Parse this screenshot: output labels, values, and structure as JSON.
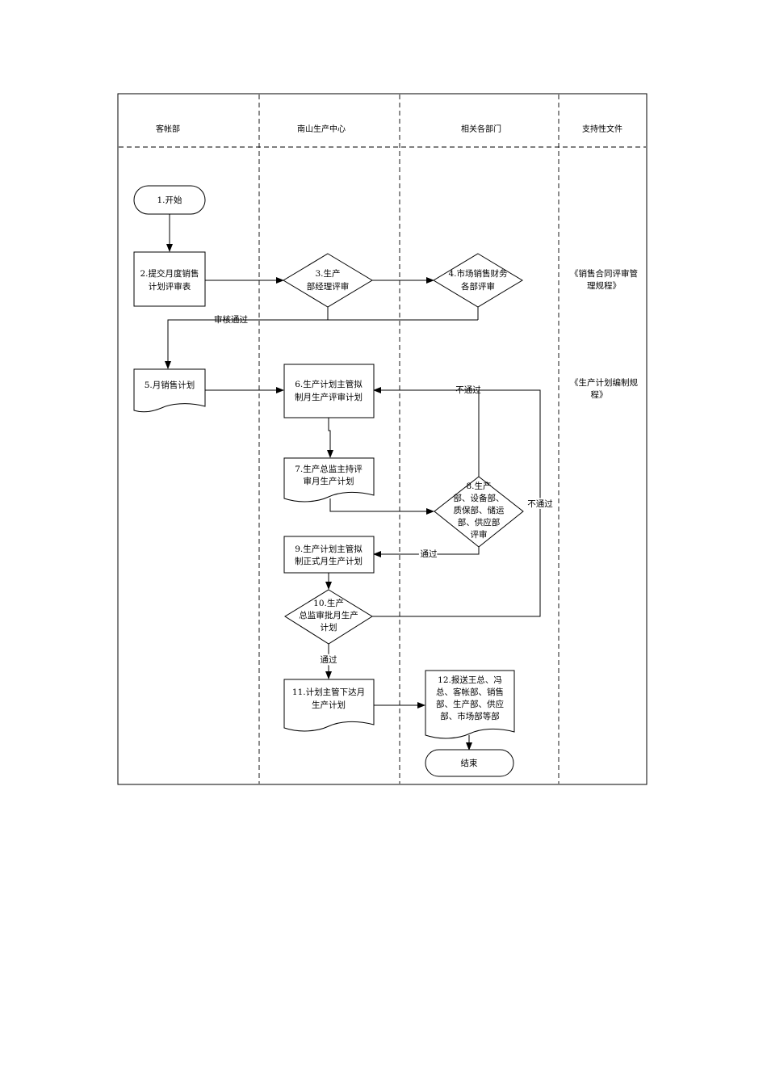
{
  "lanes": {
    "col1": "客帐部",
    "col2": "南山生产中心",
    "col3": "相关各部门",
    "col4": "支持性文件"
  },
  "nodes": {
    "n1": [
      "1.开始"
    ],
    "n2": [
      "2.提交月度销售",
      "计划评审表"
    ],
    "n3": [
      "3.生产",
      "部经理评审"
    ],
    "n4": [
      "4.市场销售财务",
      "各部评审"
    ],
    "n5": [
      "5.月销售计划"
    ],
    "n6": [
      "6.生产计划主管拟",
      "制月生产评审计划"
    ],
    "n7": [
      "7.生产总监主持评",
      "审月生产计划"
    ],
    "n8": [
      "8.生产",
      "部、设备部、",
      "质保部、储运",
      "部、供应部",
      "评审"
    ],
    "n9": [
      "9.生产计划主管拟",
      "制正式月生产计划"
    ],
    "n10": [
      "10.生产",
      "总监审批月生产",
      "计划"
    ],
    "n11": [
      "11.计划主管下达月",
      "生产计划"
    ],
    "n12": [
      "12.报送王总、冯",
      "总、客帐部、销售",
      "部、生产部、供应",
      "部、市场部等部"
    ],
    "end": [
      "结束"
    ]
  },
  "labels": {
    "audit_pass": "审核通过",
    "fail_top": "不通过",
    "fail_right": "不通过",
    "pass_9": "通过",
    "pass_10": "通过"
  },
  "docs": {
    "doc1": [
      "《销售合同评审管",
      "理规程》"
    ],
    "doc2": [
      "《生产计划编制规",
      "程》"
    ]
  }
}
